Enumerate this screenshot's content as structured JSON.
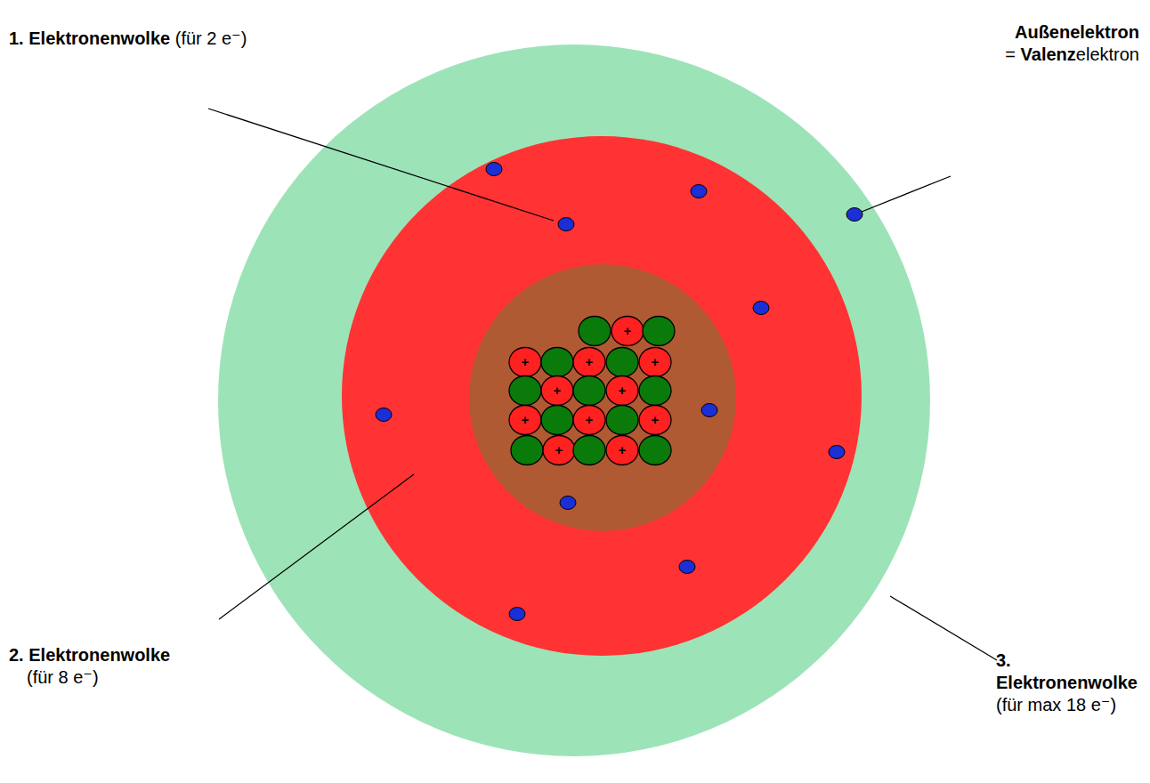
{
  "diagram": {
    "labels": [
      "1. Elektronenwolke (für 2 e⁻)",
      "Außenelektron = Valenzelektron",
      "2. Elektronenwolke (für 8 e⁻)",
      "3. Elektronenwolke (für max 18 e⁻)",
      "+",
      "+",
      "+",
      "+",
      "+",
      "+",
      "+",
      "+",
      "+",
      "+",
      "+"
    ]
  }
}
